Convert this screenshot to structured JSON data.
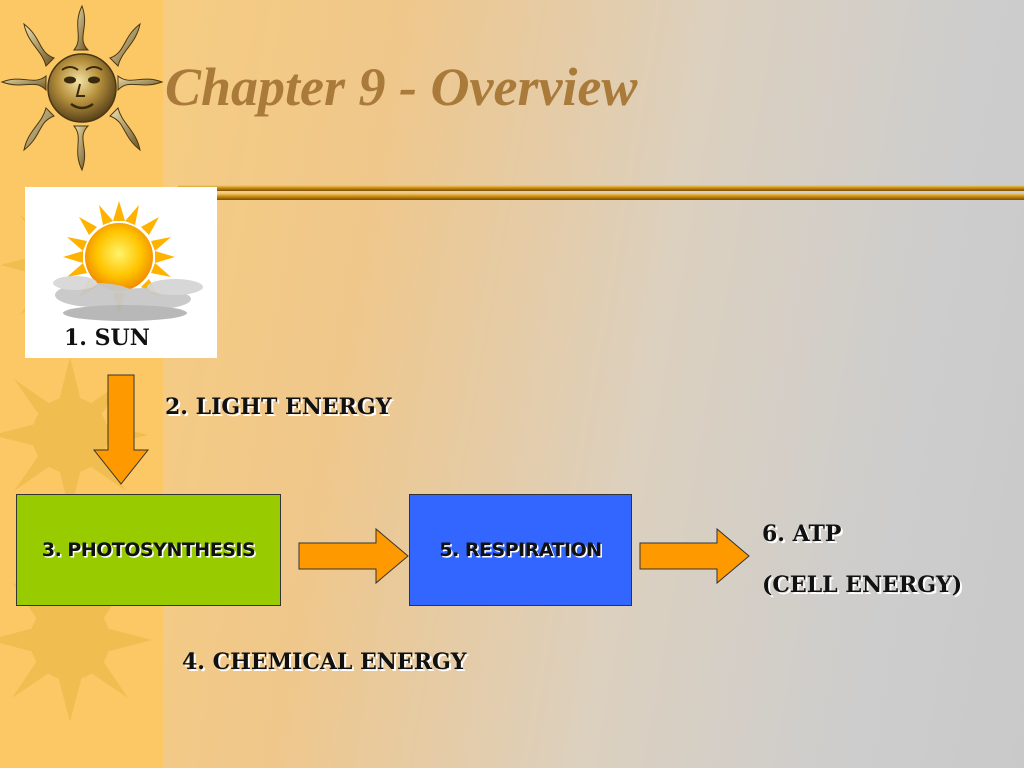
{
  "slide": {
    "title": "Chapter 9 - Overview"
  },
  "diagram": {
    "sun_label": "1. SUN",
    "light_energy_label": "2. LIGHT ENERGY",
    "photosynthesis_label": "3. PHOTOSYNTHESIS",
    "chemical_energy_label": "4. CHEMICAL ENERGY",
    "respiration_label": "5. RESPIRATION",
    "atp_label": "6. ATP",
    "cell_energy_label": "(CELL ENERGY)"
  },
  "colors": {
    "photosynthesis_box": "#99cc00",
    "respiration_box": "#3366ff",
    "arrow_fill": "#ff9900",
    "title_color": "#a97a3a"
  }
}
